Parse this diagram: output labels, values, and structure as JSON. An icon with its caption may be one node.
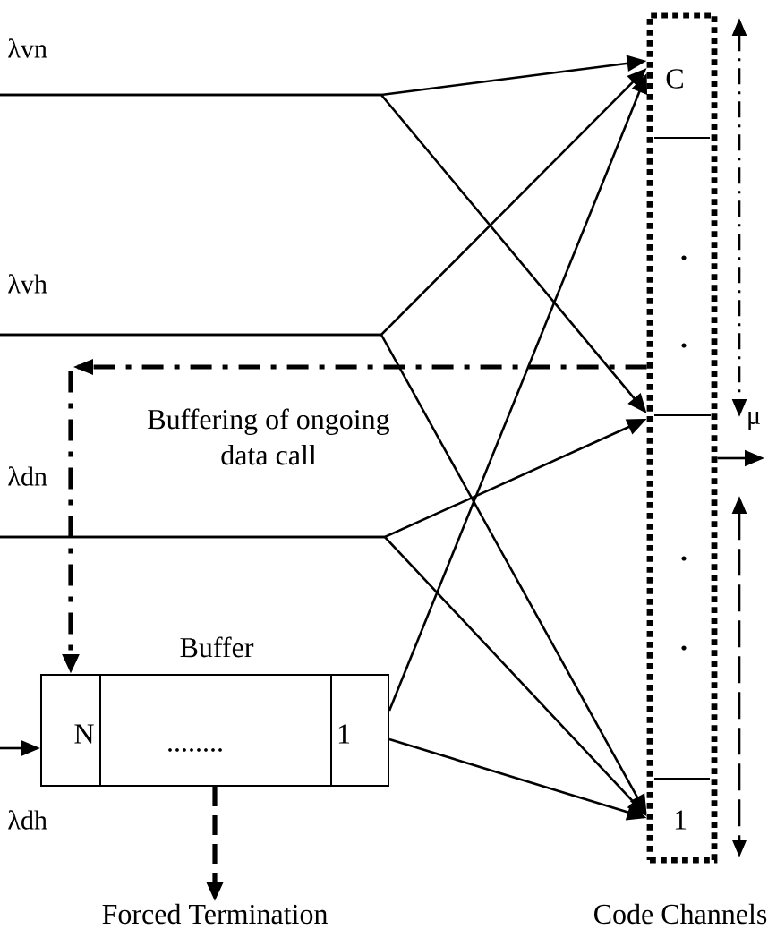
{
  "diagram": {
    "nodes": [
      {
        "text": [],
        "shape": "box",
        "beside": [
          "Code Channels"
        ]
      },
      {
        "text": [
          "C"
        ],
        "in": 0
      },
      {
        "text": [
          "1"
        ],
        "in": 0
      },
      {
        "text": [
          "Buffer"
        ]
      },
      {
        "text": [
          "N"
        ],
        "in": 3
      },
      {
        "text": [
          "........"
        ],
        "in": 3
      },
      {
        "text": [
          "1"
        ],
        "in": 3
      },
      {
        "text": [
          "Forced Termination"
        ]
      }
    ],
    "edges": [
      {
        "from": null,
        "to": 1,
        "arrow": "to",
        "label": "λvn"
      },
      {
        "from": null,
        "to": 0,
        "arrow": "to"
      },
      {
        "from": null,
        "to": 1,
        "arrow": "to",
        "label": "λvh"
      },
      {
        "from": null,
        "to": 2,
        "arrow": "to"
      },
      {
        "from": 0,
        "to": 4,
        "arrow": "to",
        "label": "Buffering of ongoing data call",
        "style": "dashed"
      },
      {
        "from": null,
        "to": 0,
        "arrow": "to",
        "label": "λdn"
      },
      {
        "from": null,
        "to": 2,
        "arrow": "to"
      },
      {
        "from": 6,
        "to": 1,
        "arrow": "to"
      },
      {
        "from": 6,
        "to": 2,
        "arrow": "to"
      },
      {
        "from": null,
        "to": 4,
        "arrow": "to",
        "label": "λdh"
      },
      {
        "from": 3,
        "to": 7,
        "arrow": "to",
        "style": "dashed"
      },
      {
        "from": 0,
        "to": null,
        "arrow": "to",
        "label": "μ"
      }
    ]
  }
}
